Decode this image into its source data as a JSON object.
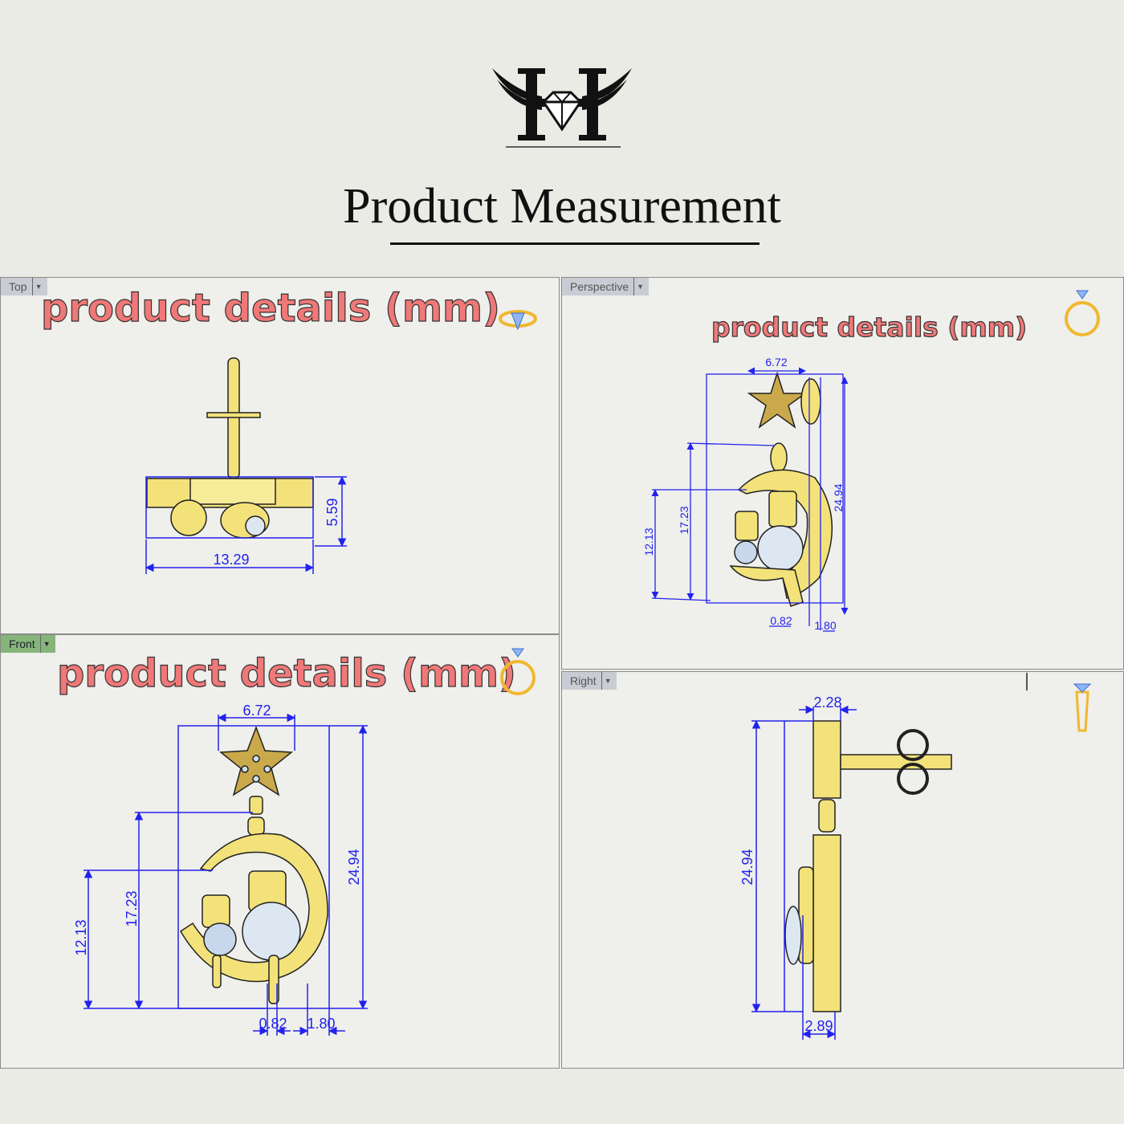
{
  "logo": {
    "letter": "H",
    "icon": "winged-diamond-logo"
  },
  "title": "Product Measurement",
  "viewports": {
    "top": {
      "tab": "Top",
      "heading": "product details (mm)",
      "icon": "ring-top-icon",
      "dims": {
        "width": "13.29",
        "height": "5.59"
      }
    },
    "perspective": {
      "tab": "Perspective",
      "heading": "product details (mm)",
      "icon": "ring-icon",
      "dims": {
        "width": "6.72",
        "h1": "12.13",
        "h2": "17.23",
        "h3": "24.94",
        "d1": "0.82",
        "d2": "1.80"
      }
    },
    "front": {
      "tab": "Front",
      "heading": "product details (mm)",
      "icon": "ring-icon",
      "dims": {
        "width": "6.72",
        "h1": "12.13",
        "h2": "17.23",
        "h3": "24.94",
        "d1": "0.82",
        "d2": "1.80"
      }
    },
    "right": {
      "tab": "Right",
      "icon": "ring-side-icon",
      "dims": {
        "depth_top": "2.28",
        "height": "24.94",
        "depth_bottom": "2.89"
      }
    }
  },
  "colors": {
    "dimension": "#2222ee",
    "gold": "#f3e27a",
    "heading": "#f07878",
    "active_tab": "#86b57a"
  }
}
